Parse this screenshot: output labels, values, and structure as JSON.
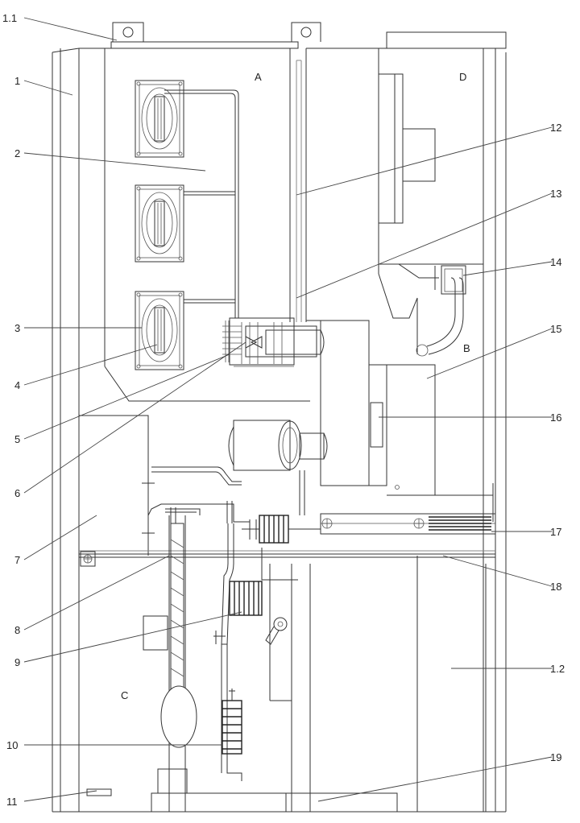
{
  "callouts": [
    {
      "id": "c_1_1",
      "text": "1.1"
    },
    {
      "id": "c_1",
      "text": "1"
    },
    {
      "id": "c_2",
      "text": "2"
    },
    {
      "id": "c_3",
      "text": "3"
    },
    {
      "id": "c_4",
      "text": "4"
    },
    {
      "id": "c_5",
      "text": "5"
    },
    {
      "id": "c_6",
      "text": "6"
    },
    {
      "id": "c_7",
      "text": "7"
    },
    {
      "id": "c_8",
      "text": "8"
    },
    {
      "id": "c_9",
      "text": "9"
    },
    {
      "id": "c_10",
      "text": "10"
    },
    {
      "id": "c_11",
      "text": "11"
    },
    {
      "id": "c_12",
      "text": "12"
    },
    {
      "id": "c_13",
      "text": "13"
    },
    {
      "id": "c_14",
      "text": "14"
    },
    {
      "id": "c_15",
      "text": "15"
    },
    {
      "id": "c_16",
      "text": "16"
    },
    {
      "id": "c_17",
      "text": "17"
    },
    {
      "id": "c_18",
      "text": "18"
    },
    {
      "id": "c_1_2",
      "text": "1.2"
    },
    {
      "id": "c_19",
      "text": "19"
    }
  ],
  "compartments": {
    "a": "A",
    "b": "B",
    "c": "C",
    "d": "D"
  }
}
